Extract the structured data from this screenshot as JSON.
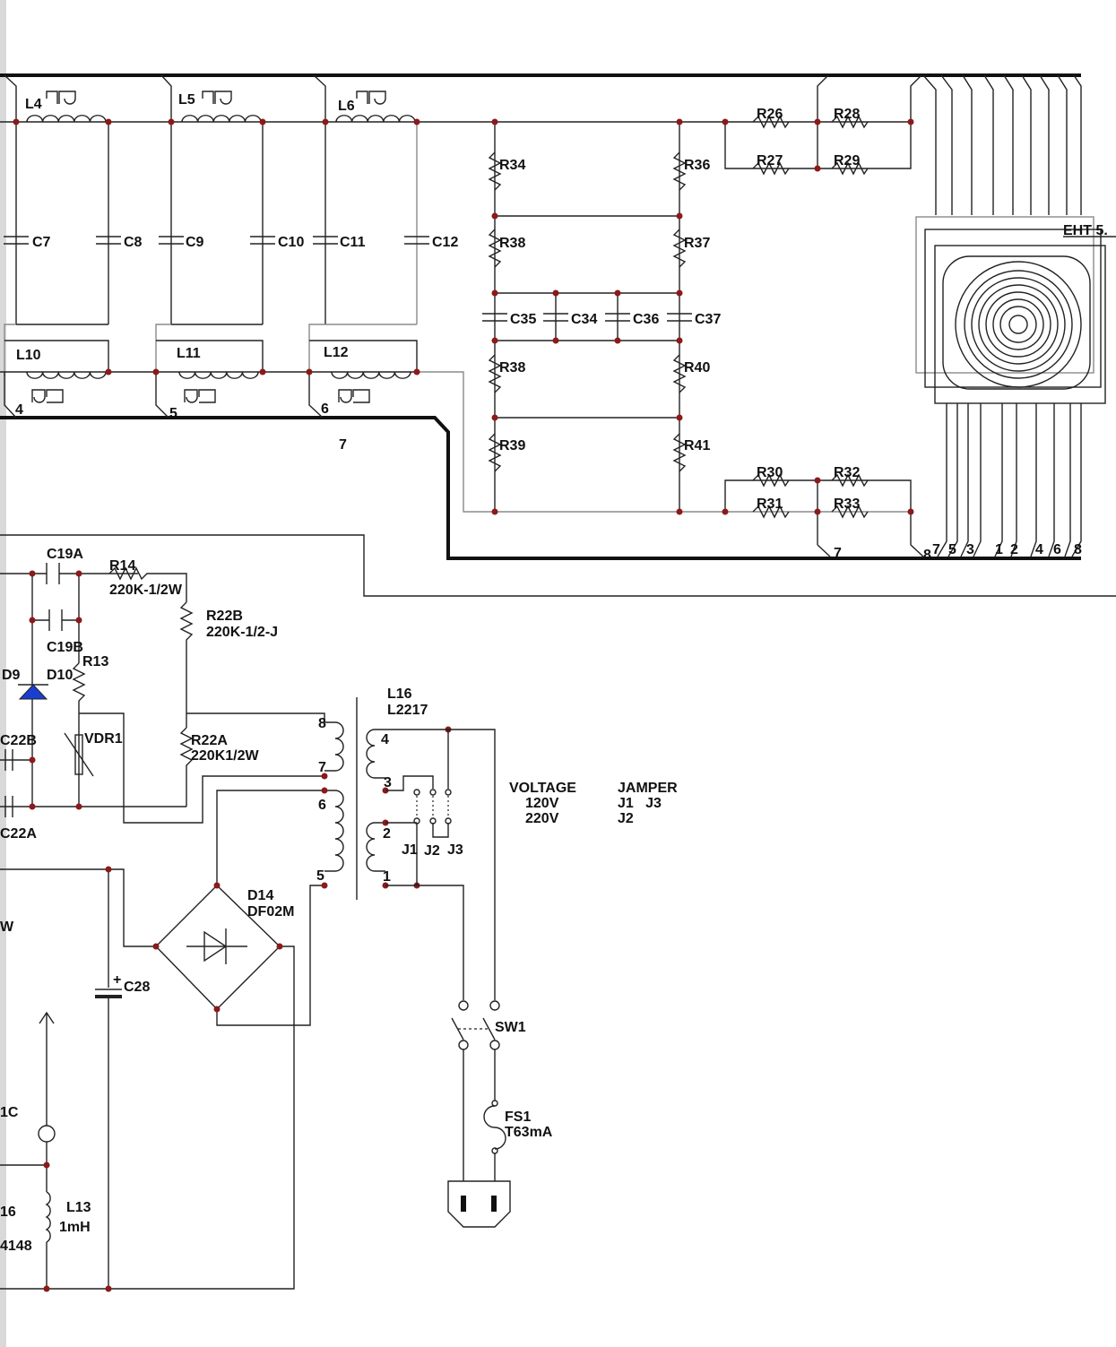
{
  "inductors_top": [
    "L4",
    "L5",
    "L6"
  ],
  "capacitors_filter": [
    "C7",
    "C8",
    "C9",
    "C10",
    "C11",
    "C12"
  ],
  "inductors_bottom": [
    "L10",
    "L11",
    "L12"
  ],
  "pin_numbers_filter": [
    "4",
    "5",
    "6",
    "7"
  ],
  "resistors_ladder_left": [
    "R34",
    "R38",
    "R38",
    "R39"
  ],
  "resistors_ladder_right": [
    "R36",
    "R37",
    "R40",
    "R41"
  ],
  "capacitors_ladder": [
    "C35",
    "C34",
    "C36",
    "C37"
  ],
  "resistors_top_right": [
    "R26",
    "R27",
    "R28",
    "R29"
  ],
  "resistors_bottom_right": [
    "R30",
    "R31",
    "R32",
    "R33"
  ],
  "eht_label": "EHT 5.",
  "connector_pins": [
    "7",
    "8",
    "7",
    "5",
    "3",
    "1",
    "2",
    "4",
    "6",
    "8"
  ],
  "psu": {
    "c19a": "C19A",
    "r14": "R14",
    "r14_value": "220K-1/2W",
    "r22b": "R22B",
    "r22b_value": "220K-1/2-J",
    "c19b": "C19B",
    "r13": "R13",
    "d9": "D9",
    "d10": "D10",
    "c22b": "C22B",
    "vdr1": "VDR1",
    "r22a": "R22A",
    "r22a_value": "220K1/2W",
    "c22a": "C22A",
    "w_partial": "W",
    "d14": "D14",
    "d14_type": "DF02M",
    "c28": "C28",
    "c28_polarity": "+",
    "c_partial": "1C",
    "l13": "L13",
    "l13_value": "1mH",
    "partial_16": "16",
    "partial_4148": "4148"
  },
  "transformer": {
    "name": "L16",
    "part": "L2217",
    "primary_pins": [
      "8",
      "7",
      "6",
      "5"
    ],
    "secondary_pins": [
      "4",
      "3",
      "2",
      "1"
    ],
    "jumpers": [
      "J1",
      "J2",
      "J3"
    ]
  },
  "voltage_table": {
    "header_voltage": "VOLTAGE",
    "header_jumper": "JAMPER",
    "rows": [
      {
        "voltage": "120V",
        "jumper": "J1   J3"
      },
      {
        "voltage": "220V",
        "jumper": "J2"
      }
    ]
  },
  "switch": "SW1",
  "fuse": {
    "name": "FS1",
    "rating": "T63mA"
  }
}
